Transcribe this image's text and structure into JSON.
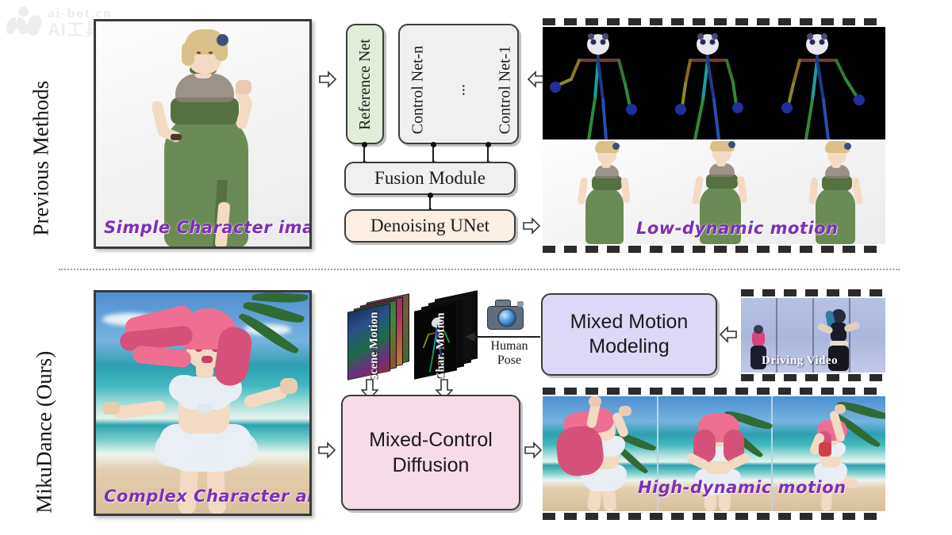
{
  "figure": {
    "watermark": {
      "domain": "ai-bot.cn",
      "brand": "AI工具集",
      "logo_icon": "ai-bot-logo-icon"
    }
  },
  "rows": [
    {
      "id": "previous",
      "label": "Previous Methods"
    },
    {
      "id": "ours",
      "label": "MikuDance (Ours)"
    }
  ],
  "previous": {
    "input_panel": {
      "name": "simple-character-image",
      "caption": "Simple Character image"
    },
    "pipeline": {
      "reference_net": {
        "label": "Reference Net",
        "color": "#e2edd9"
      },
      "control_net_group": {
        "color": "#f0f0f0",
        "items": [
          {
            "label": "Control Net-n"
          },
          {
            "label": "..."
          },
          {
            "label": "Control Net-1"
          }
        ]
      },
      "fusion_module": {
        "label": "Fusion Module",
        "color": "#f0f0f0"
      },
      "denoising_unet": {
        "label": "Denoising UNet",
        "color": "#fcefe3"
      }
    },
    "pose_panel": {
      "name": "pose-skeleton-frames",
      "frames": 3,
      "background": "#000000"
    },
    "output_panel": {
      "name": "low-dynamic-output-frames",
      "frames": 3,
      "caption": "Low-dynamic motion"
    }
  },
  "ours": {
    "input_panel": {
      "name": "complex-character-art",
      "caption": "Complex Character art"
    },
    "motion_stacks": [
      {
        "label": "Scene Motion",
        "style": "colorful"
      },
      {
        "label": "Char. Motion",
        "style": "black"
      }
    ],
    "camera": {
      "icon": "camera-icon",
      "label": "Human\nPose",
      "label_line1": "Human",
      "label_line2": "Pose"
    },
    "mixed_motion_modeling": {
      "label": "Mixed Motion\nModeling",
      "line1": "Mixed Motion",
      "line2": "Modeling",
      "color": "#dcd8f5"
    },
    "mixed_control_diffusion": {
      "label": "Mixed-Control\nDiffusion",
      "line1": "Mixed-Control",
      "line2": "Diffusion",
      "color": "#f6dce9"
    },
    "driving_video": {
      "name": "driving-video-panel",
      "caption": "Driving Video"
    },
    "output_panel": {
      "name": "high-dynamic-output-frames",
      "frames": 3,
      "caption": "High-dynamic motion"
    }
  },
  "colors": {
    "caption_purple": "#7d2fb5",
    "reference_net_green": "#e2edd9",
    "denoising_peach": "#fcefe3",
    "modeling_lavender": "#dcd8f5",
    "diffusion_pink": "#f6dce9",
    "box_border": "#3c3c3c"
  }
}
